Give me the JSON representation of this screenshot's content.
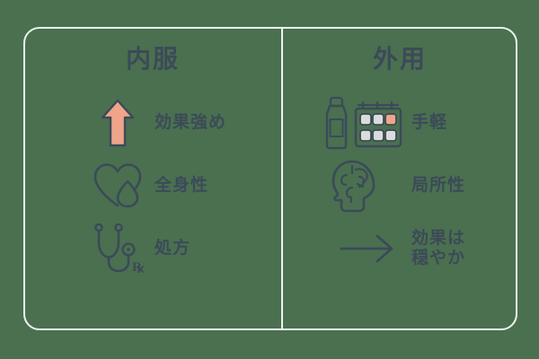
{
  "theme": {
    "background_color": "#4a7050",
    "frame_color": "#eef3ef",
    "ink_color": "#3c4a58",
    "accent_color": "#f0a48a"
  },
  "panels": [
    {
      "id": "oral",
      "title": "内服",
      "items": [
        {
          "icon": "up-arrow-icon",
          "label": "効果強め"
        },
        {
          "icon": "heart-drop-icon",
          "label": "全身性"
        },
        {
          "icon": "stethoscope-rx-icon",
          "label": "処方"
        }
      ]
    },
    {
      "id": "topical",
      "title": "外用",
      "items": [
        {
          "icon": "spray-bottle-blister-pack-icon",
          "label": "手軽"
        },
        {
          "icon": "head-brain-icon",
          "label": "局所性"
        },
        {
          "icon": "right-arrow-icon",
          "label": "効果は\n穏やか"
        }
      ]
    }
  ]
}
